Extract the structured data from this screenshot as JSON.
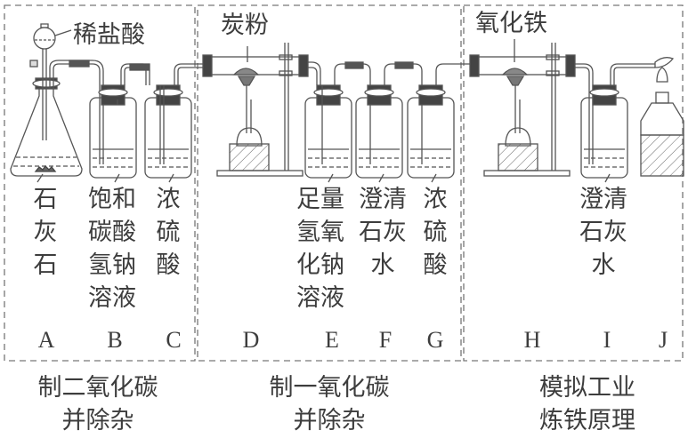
{
  "sections": [
    {
      "id": "co2",
      "caption_line1": "制二氧化碳",
      "caption_line2": "并除杂"
    },
    {
      "id": "co",
      "caption_line1": "制一氧化碳",
      "caption_line2": "并除杂"
    },
    {
      "id": "iron",
      "caption_line1": "模拟工业",
      "caption_line2": "炼铁原理"
    }
  ],
  "annotations": {
    "funnel_reagent": "稀盐酸",
    "tube_d_reagent": "炭粉",
    "tube_h_reagent": "氧化铁"
  },
  "apparatus": [
    {
      "letter": "A",
      "content_lines": [
        "石",
        "灰",
        "石"
      ]
    },
    {
      "letter": "B",
      "content_lines": [
        "饱和",
        "碳酸",
        "氢钠",
        "溶液"
      ]
    },
    {
      "letter": "C",
      "content_lines": [
        "浓",
        "硫",
        "酸"
      ]
    },
    {
      "letter": "D",
      "content_lines": []
    },
    {
      "letter": "E",
      "content_lines": [
        "足量",
        "氢氧",
        "化钠",
        "溶液"
      ]
    },
    {
      "letter": "F",
      "content_lines": [
        "澄清",
        "石灰",
        "水"
      ]
    },
    {
      "letter": "G",
      "content_lines": [
        "浓",
        "硫",
        "酸"
      ]
    },
    {
      "letter": "H",
      "content_lines": []
    },
    {
      "letter": "I",
      "content_lines": [
        "澄清",
        "石灰",
        "水"
      ]
    },
    {
      "letter": "J",
      "content_lines": []
    }
  ]
}
